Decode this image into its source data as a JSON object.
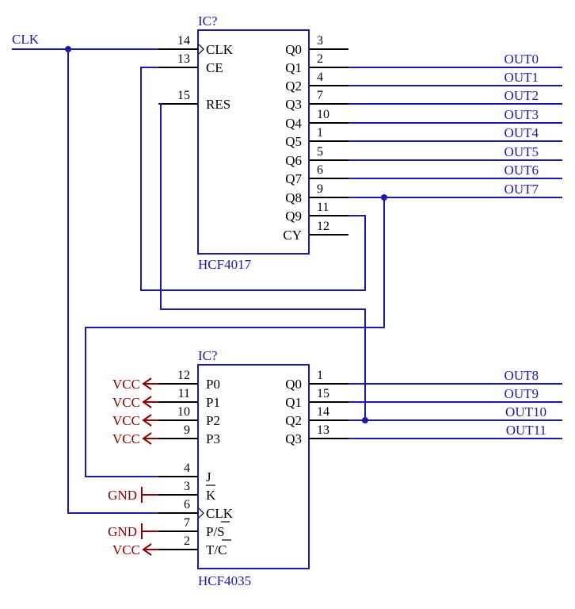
{
  "colors": {
    "wire": "#1a1aa6",
    "pin": "#000000",
    "power": "#8b0000"
  },
  "ic1": {
    "ref": "IC?",
    "part": "HCF4017",
    "left_pins": [
      {
        "num": "14",
        "name": "CLK"
      },
      {
        "num": "13",
        "name": "CE"
      },
      {
        "num": "15",
        "name": "RES"
      }
    ],
    "right_pins": [
      {
        "num": "3",
        "name": "Q0"
      },
      {
        "num": "2",
        "name": "Q1"
      },
      {
        "num": "4",
        "name": "Q2"
      },
      {
        "num": "7",
        "name": "Q3"
      },
      {
        "num": "10",
        "name": "Q4"
      },
      {
        "num": "1",
        "name": "Q5"
      },
      {
        "num": "5",
        "name": "Q6"
      },
      {
        "num": "6",
        "name": "Q7"
      },
      {
        "num": "9",
        "name": "Q8"
      },
      {
        "num": "11",
        "name": "Q9"
      },
      {
        "num": "12",
        "name": "CY"
      }
    ]
  },
  "ic2": {
    "ref": "IC?",
    "part": "HCF4035",
    "left_pins": [
      {
        "num": "12",
        "name": "P0"
      },
      {
        "num": "11",
        "name": "P1"
      },
      {
        "num": "10",
        "name": "P2"
      },
      {
        "num": "9",
        "name": "P3"
      },
      {
        "num": "4",
        "name": "J"
      },
      {
        "num": "3",
        "name": "K"
      },
      {
        "num": "6",
        "name": "CLK"
      },
      {
        "num": "7",
        "name": "P/S"
      },
      {
        "num": "2",
        "name": "T/C"
      }
    ],
    "right_pins": [
      {
        "num": "1",
        "name": "Q0"
      },
      {
        "num": "15",
        "name": "Q1"
      },
      {
        "num": "14",
        "name": "Q2"
      },
      {
        "num": "13",
        "name": "Q3"
      }
    ]
  },
  "nets": {
    "clk": "CLK",
    "outputs": [
      "OUT0",
      "OUT1",
      "OUT2",
      "OUT3",
      "OUT4",
      "OUT5",
      "OUT6",
      "OUT7",
      "OUT8",
      "OUT9",
      "OUT10",
      "OUT11"
    ]
  },
  "power": {
    "p0": "VCC",
    "p1": "VCC",
    "p2": "VCC",
    "p3": "VCC",
    "k": "GND",
    "ps": "GND",
    "tc": "VCC"
  }
}
